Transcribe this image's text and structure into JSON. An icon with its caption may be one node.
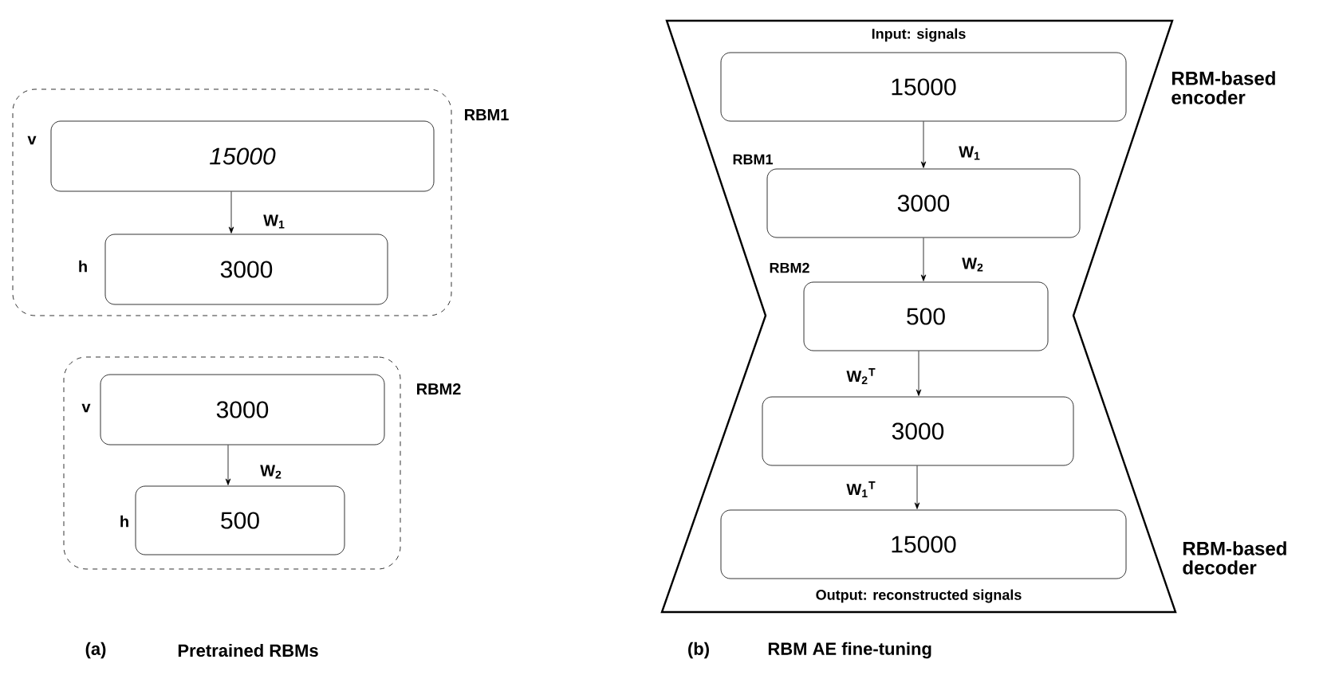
{
  "diagram": {
    "nodes": [
      {
        "text": [
          "RBM1"
        ]
      },
      {
        "text": [
          "15000"
        ],
        "in": 0,
        "beside": [
          "v"
        ]
      },
      {
        "text": [
          "3000"
        ],
        "in": 0,
        "beside": [
          "h"
        ]
      },
      {
        "text": [
          "RBM2"
        ]
      },
      {
        "text": [
          "3000"
        ],
        "in": 3,
        "beside": [
          "v"
        ]
      },
      {
        "text": [
          "500"
        ],
        "in": 3,
        "beside": [
          "h"
        ]
      },
      {
        "text": [
          "Input: signals",
          "RBM1",
          "RBM2",
          "Output: reconstructed signals"
        ],
        "beside": [
          "RBM-based encoder",
          "RBM-based decoder"
        ]
      },
      {
        "text": [
          "15000"
        ],
        "in": 6
      },
      {
        "text": [
          "3000"
        ],
        "in": 6
      },
      {
        "text": [
          "500"
        ],
        "in": 6
      },
      {
        "text": [
          "3000"
        ],
        "in": 6
      },
      {
        "text": [
          "15000"
        ],
        "in": 6
      }
    ],
    "edges": [
      {
        "from": 1,
        "to": 2,
        "arrow": "to",
        "label": "W$_{1}$"
      },
      {
        "from": 4,
        "to": 5,
        "arrow": "to",
        "label": "W$_{2}$"
      },
      {
        "from": 7,
        "to": 8,
        "arrow": "to",
        "label": "W$_{1}$"
      },
      {
        "from": 8,
        "to": 9,
        "arrow": "to",
        "label": "W$_{2}$"
      },
      {
        "from": 9,
        "to": 10,
        "arrow": "to",
        "label": "W$_{2}$$^{T}$"
      },
      {
        "from": 10,
        "to": 11,
        "arrow": "to",
        "label": "W$_{1}$$^{T}$"
      }
    ],
    "labels": [
      "(a)",
      "Pretrained RBMs",
      "(b)",
      "RBM AE fine-tuning"
    ]
  }
}
